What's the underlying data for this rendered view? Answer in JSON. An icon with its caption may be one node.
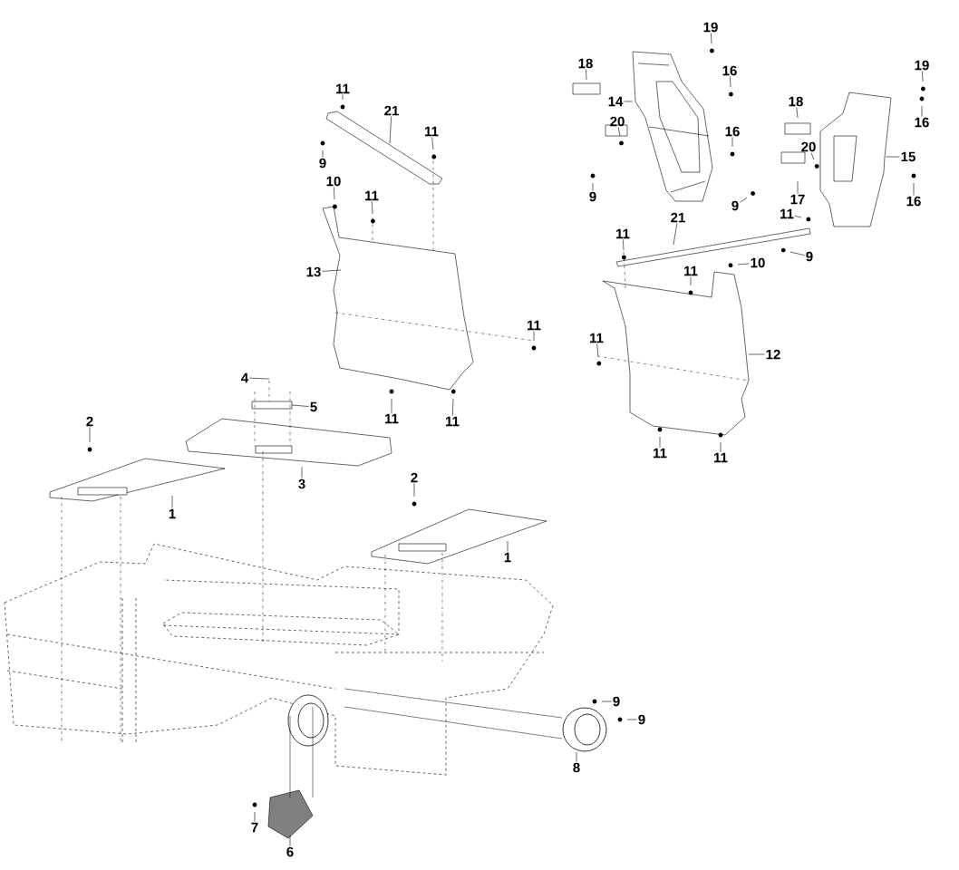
{
  "diagram": {
    "nodes": [
      {
        "text": [
          "11"
        ]
      },
      {
        "text": [
          "21"
        ]
      },
      {
        "text": [
          "11"
        ]
      },
      {
        "text": [
          "9"
        ]
      },
      {
        "text": [
          "10"
        ]
      },
      {
        "text": [
          "11"
        ]
      },
      {
        "text": [
          "13"
        ]
      },
      {
        "text": [
          "11"
        ]
      },
      {
        "text": [
          "11"
        ]
      },
      {
        "text": [
          "11"
        ]
      },
      {
        "text": [
          "4"
        ]
      },
      {
        "text": [
          "5"
        ]
      },
      {
        "text": [
          "2"
        ]
      },
      {
        "text": [
          "3"
        ]
      },
      {
        "text": [
          "1"
        ]
      },
      {
        "text": [
          "2"
        ]
      },
      {
        "text": [
          "1"
        ]
      },
      {
        "text": [
          "19"
        ]
      },
      {
        "text": [
          "18"
        ]
      },
      {
        "text": [
          "16"
        ]
      },
      {
        "text": [
          "14"
        ]
      },
      {
        "text": [
          "20"
        ]
      },
      {
        "text": [
          "16"
        ]
      },
      {
        "text": [
          "9"
        ]
      },
      {
        "text": [
          "19"
        ]
      },
      {
        "text": [
          "18"
        ]
      },
      {
        "text": [
          "16"
        ]
      },
      {
        "text": [
          "20"
        ]
      },
      {
        "text": [
          "15"
        ]
      },
      {
        "text": [
          "9"
        ]
      },
      {
        "text": [
          "17"
        ]
      },
      {
        "text": [
          "16"
        ]
      },
      {
        "text": [
          "11"
        ]
      },
      {
        "text": [
          "9"
        ]
      },
      {
        "text": [
          "21"
        ]
      },
      {
        "text": [
          "11"
        ]
      },
      {
        "text": [
          "11"
        ]
      },
      {
        "text": [
          "10"
        ]
      },
      {
        "text": [
          "11"
        ]
      },
      {
        "text": [
          "12"
        ]
      },
      {
        "text": [
          "11"
        ]
      },
      {
        "text": [
          "11"
        ]
      },
      {
        "text": [
          "9"
        ]
      },
      {
        "text": [
          "9"
        ]
      },
      {
        "text": [
          "8"
        ]
      },
      {
        "text": [
          "7"
        ]
      },
      {
        "text": [
          "6"
        ]
      },
      {
        "text": [],
        "shape": "picture"
      },
      {
        "text": [],
        "shape": "picture"
      }
    ],
    "edges": [
      {
        "from": 0,
        "to": null,
        "arrow": "none"
      },
      {
        "from": 1,
        "to": null,
        "arrow": "none"
      },
      {
        "from": 2,
        "to": null,
        "arrow": "none"
      },
      {
        "from": 3,
        "to": null,
        "arrow": "none"
      },
      {
        "from": 4,
        "to": null,
        "arrow": "none"
      },
      {
        "from": 5,
        "to": null,
        "arrow": "none"
      },
      {
        "from": 6,
        "to": null,
        "arrow": "none"
      },
      {
        "from": 7,
        "to": null,
        "arrow": "none"
      },
      {
        "from": 8,
        "to": null,
        "arrow": "none"
      },
      {
        "from": 9,
        "to": null,
        "arrow": "none"
      },
      {
        "from": 10,
        "to": null,
        "arrow": "none"
      },
      {
        "from": 11,
        "to": null,
        "arrow": "none"
      },
      {
        "from": 12,
        "to": null,
        "arrow": "none"
      },
      {
        "from": 13,
        "to": null,
        "arrow": "none"
      },
      {
        "from": 14,
        "to": null,
        "arrow": "none"
      },
      {
        "from": 15,
        "to": null,
        "arrow": "none"
      },
      {
        "from": 16,
        "to": null,
        "arrow": "none"
      },
      {
        "from": 17,
        "to": null,
        "arrow": "none"
      },
      {
        "from": 18,
        "to": null,
        "arrow": "none"
      },
      {
        "from": 19,
        "to": null,
        "arrow": "none"
      },
      {
        "from": 20,
        "to": 47,
        "arrow": "none"
      },
      {
        "from": 21,
        "to": null,
        "arrow": "none"
      },
      {
        "from": 22,
        "to": null,
        "arrow": "none"
      },
      {
        "from": 23,
        "to": null,
        "arrow": "none"
      },
      {
        "from": 24,
        "to": null,
        "arrow": "none"
      },
      {
        "from": 25,
        "to": null,
        "arrow": "none"
      },
      {
        "from": 26,
        "to": null,
        "arrow": "none"
      },
      {
        "from": 27,
        "to": null,
        "arrow": "none"
      },
      {
        "from": 28,
        "to": 48,
        "arrow": "none"
      },
      {
        "from": 29,
        "to": null,
        "arrow": "none"
      },
      {
        "from": 30,
        "to": null,
        "arrow": "none"
      },
      {
        "from": 31,
        "to": null,
        "arrow": "none"
      },
      {
        "from": 32,
        "to": null,
        "arrow": "none"
      },
      {
        "from": 33,
        "to": null,
        "arrow": "none"
      },
      {
        "from": 34,
        "to": null,
        "arrow": "none"
      },
      {
        "from": 35,
        "to": null,
        "arrow": "none"
      },
      {
        "from": 36,
        "to": null,
        "arrow": "none"
      },
      {
        "from": 37,
        "to": null,
        "arrow": "none"
      },
      {
        "from": 38,
        "to": null,
        "arrow": "none"
      },
      {
        "from": 39,
        "to": null,
        "arrow": "none"
      },
      {
        "from": 40,
        "to": null,
        "arrow": "none"
      },
      {
        "from": 41,
        "to": null,
        "arrow": "none"
      },
      {
        "from": 42,
        "to": null,
        "arrow": "none"
      },
      {
        "from": 43,
        "to": null,
        "arrow": "none"
      },
      {
        "from": 44,
        "to": null,
        "arrow": "none"
      },
      {
        "from": 45,
        "to": null,
        "arrow": "none"
      },
      {
        "from": 46,
        "to": null,
        "arrow": "none"
      }
    ]
  }
}
